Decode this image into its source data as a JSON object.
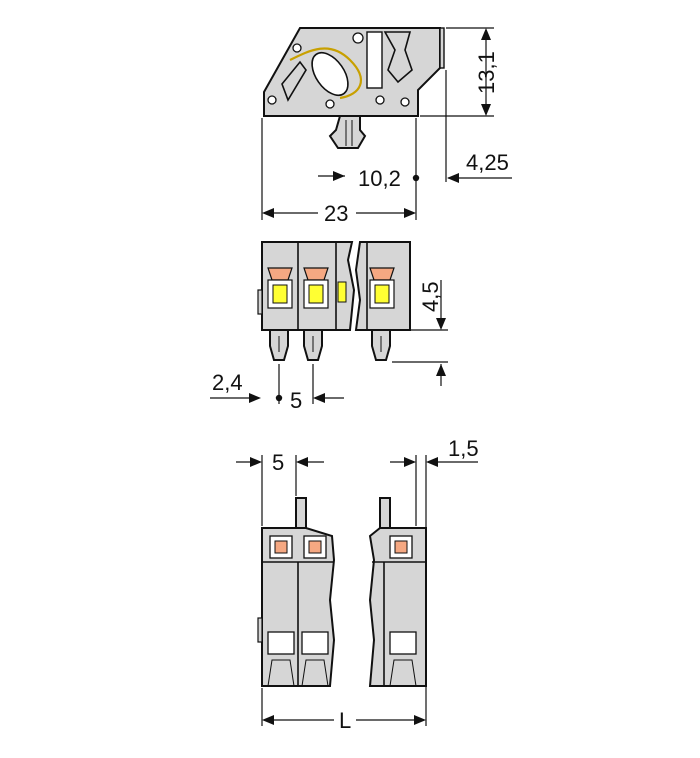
{
  "colors": {
    "housing": "#d6d6d6",
    "outline": "#111111",
    "release_button": "#f5a882",
    "contact_window": "#ffff33",
    "wire": "#c8a000"
  },
  "dimensions": {
    "side_height": "13,1",
    "side_depth": "10,2",
    "side_offset": "4,25",
    "side_width": "23",
    "front_height": "4,5",
    "front_offset": "2,4",
    "front_pitch": "5",
    "bottom_pitch": "5",
    "bottom_edge": "1,5",
    "bottom_length": "L"
  }
}
